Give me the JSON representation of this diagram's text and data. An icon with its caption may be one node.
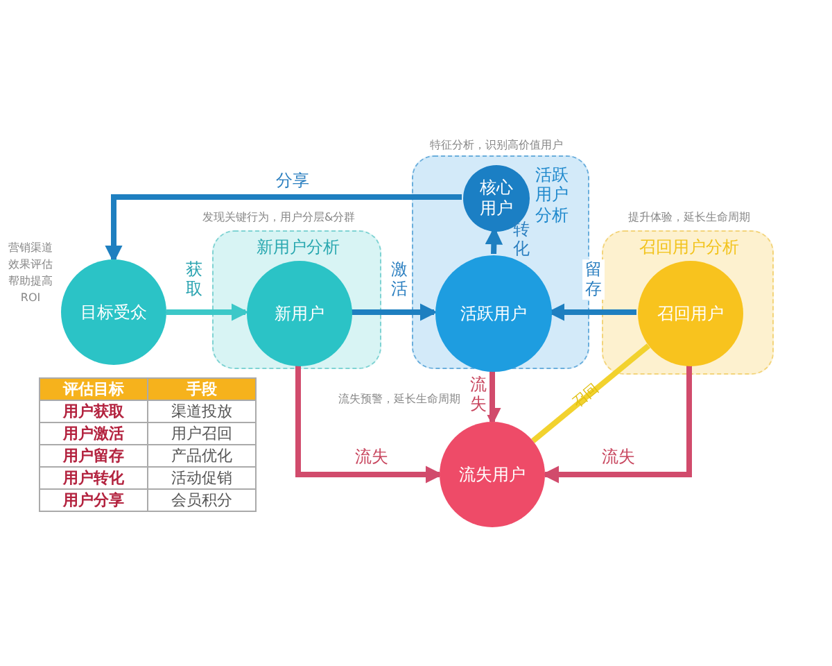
{
  "diagram": {
    "nodes": [
      {
        "text": [
          "新用户分析"
        ],
        "beside": [
          "发现关键行为，用户分层&分群"
        ]
      },
      {
        "text": [
          "活跃用户分析"
        ],
        "beside": [
          "特征分析，识别高价值用户"
        ]
      },
      {
        "text": [
          "召回用户分析"
        ],
        "beside": [
          "提升体验，延长生命周期"
        ]
      },
      {
        "text": [
          "目标受众"
        ],
        "beside": [
          "营销渠道效果评估帮助提高ROI"
        ]
      },
      {
        "text": [
          "新用户"
        ],
        "in": 0
      },
      {
        "text": [
          "核心用户"
        ],
        "in": 1
      },
      {
        "text": [
          "活跃用户"
        ],
        "in": 1
      },
      {
        "text": [
          "召回用户"
        ],
        "in": 2
      },
      {
        "text": [
          "流失用户"
        ]
      }
    ],
    "edges": [
      {
        "from": 3,
        "to": 4,
        "arrow": "to",
        "label": "获取",
        "color": "#3cc8c8"
      },
      {
        "from": 4,
        "to": 6,
        "arrow": "to",
        "label": "激活"
      },
      {
        "from": 6,
        "to": 5,
        "arrow": "to",
        "label": "转化"
      },
      {
        "from": 7,
        "to": 6,
        "arrow": "to",
        "label": "留存"
      },
      {
        "from": 5,
        "to": 3,
        "arrow": "to",
        "label": "分享"
      },
      {
        "from": 4,
        "to": 8,
        "arrow": "to",
        "label": "流失",
        "color": "#d14b6c"
      },
      {
        "from": 6,
        "to": 8,
        "arrow": "to",
        "label": "流失",
        "color": "#d14b6c"
      },
      {
        "from": 7,
        "to": 8,
        "arrow": "to",
        "label": "流失",
        "color": "#d14b6c"
      },
      {
        "from": 8,
        "to": 7,
        "arrow": "none",
        "label": "召回",
        "color": "#f2d22e"
      }
    ],
    "labels": [
      "评估目标",
      "手段",
      "用户获取",
      "渠道投放",
      "用户激活",
      "用户召回",
      "用户留存",
      "产品优化",
      "用户转化",
      "活动促销",
      "用户分享",
      "会员积分",
      "流失预警，延长生命周期"
    ]
  }
}
